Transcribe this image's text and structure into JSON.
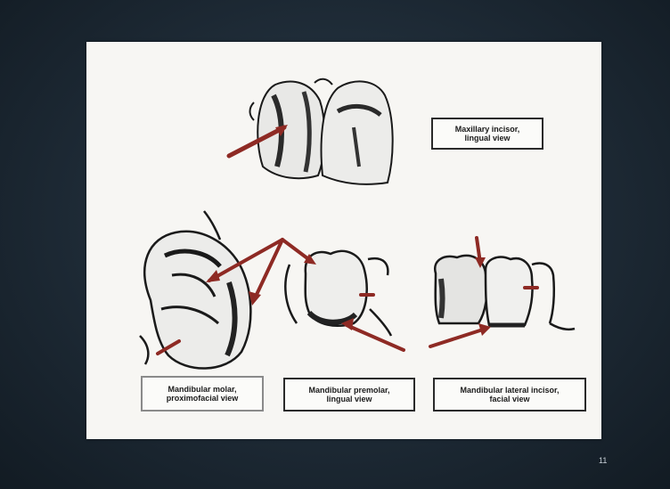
{
  "labels": {
    "maxillary": {
      "line1": "Maxillary incisor,",
      "line2": "lingual view"
    },
    "molar": {
      "line1": "Mandibular molar,",
      "line2": "proximofacial view"
    },
    "premolar": {
      "line1": "Mandibular premolar,",
      "line2": "lingual view"
    },
    "lateral": {
      "line1": "Mandibular lateral incisor,",
      "line2": "facial view"
    }
  },
  "page_number": "11",
  "colors": {
    "arrow": "#8e2a24",
    "ink": "#1a1a1a",
    "slide": "#f7f6f3"
  }
}
